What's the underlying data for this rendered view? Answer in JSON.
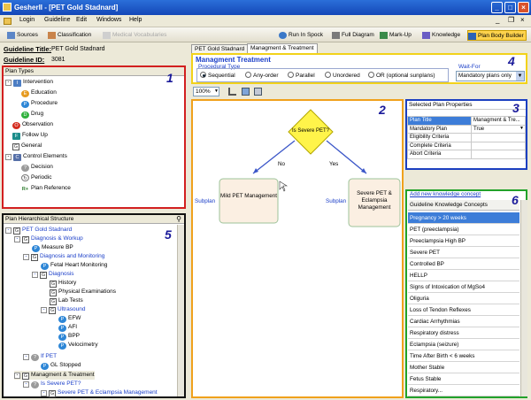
{
  "window": {
    "title": "GesherII - [PET Gold Stadnard]",
    "controls": [
      "_",
      "□",
      "×"
    ]
  },
  "menu": {
    "items": [
      "Login",
      "Guideline",
      "Edit",
      "Windows",
      "Help"
    ],
    "mdi_controls": [
      "_",
      "❐",
      "×"
    ]
  },
  "toolbar": {
    "left": [
      {
        "label": "Sources"
      },
      {
        "label": "Classification"
      },
      {
        "label": "Medical Vocabularies"
      }
    ],
    "right": [
      {
        "label": "Run In Spock"
      },
      {
        "label": "Full Diagram"
      },
      {
        "label": "Mark-Up"
      },
      {
        "label": "Knowledge"
      },
      {
        "label": "Plan Body Builder"
      }
    ]
  },
  "guideline": {
    "title_label": "Guideline Title:",
    "title_value": "PET Gold Stadnard",
    "id_label": "Guideline ID:",
    "id_value": "3081"
  },
  "plan_types": {
    "header": "Plan Types",
    "items": [
      "Intervention",
      "Education",
      "Procedure",
      "Drug",
      "Observation",
      "Follow Up",
      "General",
      "Control Elements",
      "Decision",
      "Periodic",
      "Plan Reference"
    ],
    "icons": [
      "I",
      "E",
      "P",
      "D",
      "O",
      "F",
      "G",
      "C",
      "?",
      "↻",
      "R+"
    ]
  },
  "hier": {
    "header": "Plan Hierarchical Structure",
    "items": [
      "PET Gold Stadnard",
      "Diagnosis & Workup",
      "Measure BP",
      "Diagnosis and Monitoring",
      "Fetal Heart Monitoring",
      "Diagnosis",
      "History",
      "Physical Examinations",
      "Lab Tests",
      "Ultrasound",
      "EFW",
      "AFI",
      "BPP",
      "Velocimetry",
      "If PET",
      "GL Stopped",
      "Managment & Treatment",
      "Is Severe PET?",
      "Severe PET & Eclampsia Management"
    ],
    "icons": [
      "G",
      "G",
      "P",
      "G",
      "P",
      "G",
      "G",
      "G",
      "G",
      "G",
      "P",
      "P",
      "P",
      "P",
      "?",
      "P",
      "G",
      "?",
      "G"
    ]
  },
  "tabs": [
    "PET Gold Stadnard",
    "Managment & Treatment"
  ],
  "plan": {
    "title": "Managment Treatment",
    "procedural_type_label": "Procedural Type",
    "options": [
      "Sequential",
      "Any-order",
      "Parallel",
      "Unordered",
      "OR (optional sunplans)"
    ],
    "selected": "Sequential",
    "wait_for_label": "Wait-For",
    "wait_for_value": "Mandatory plans only"
  },
  "diagram": {
    "zoom": "100%",
    "decision": "Is Severe PET?",
    "no_label": "No",
    "yes_label": "Yes",
    "left_box": "Mild PET Management",
    "right_box": "Severe PET & Eclampsia Management",
    "subplan_label": "Subplan"
  },
  "properties": {
    "header": "Selected Plan Properties",
    "rows": [
      {
        "name": "Plan Title",
        "value": "Managment & Tre..."
      },
      {
        "name": "Mandatory Plan",
        "value": "True"
      },
      {
        "name": "Eligibility Criteria",
        "value": ""
      },
      {
        "name": "Complete Criteria",
        "value": ""
      },
      {
        "name": "Abort Criteria",
        "value": ""
      }
    ]
  },
  "knowledge": {
    "add_link": "Add new knowledge concept",
    "header": "Guideline Knowledge Concepts",
    "items": [
      "Pregnancy > 20 weeks",
      "PET (preeclampsia)",
      "Preeclampsia High BP",
      "Severe PET",
      "Controlled BP",
      "HELLP",
      "Signs of Intoxication of MgSo4",
      "Oliguria",
      "Loss of Tendon Reflexes",
      "Cardiac Arrhythmias",
      "Respiratory distress",
      "Eclampsia (seizure)",
      "Time After Birth < 6 weeks",
      "Mother Stable",
      "Fetus Stable",
      "Respiratory..."
    ],
    "selected_index": 0
  },
  "callouts": [
    "1",
    "2",
    "3",
    "4",
    "5",
    "6"
  ],
  "colors": {
    "red": "#d21f1f",
    "orange": "#f0a11c",
    "blue": "#1b3fc0",
    "yellow": "#f2d21a",
    "black": "#111111",
    "green": "#22a22a"
  }
}
